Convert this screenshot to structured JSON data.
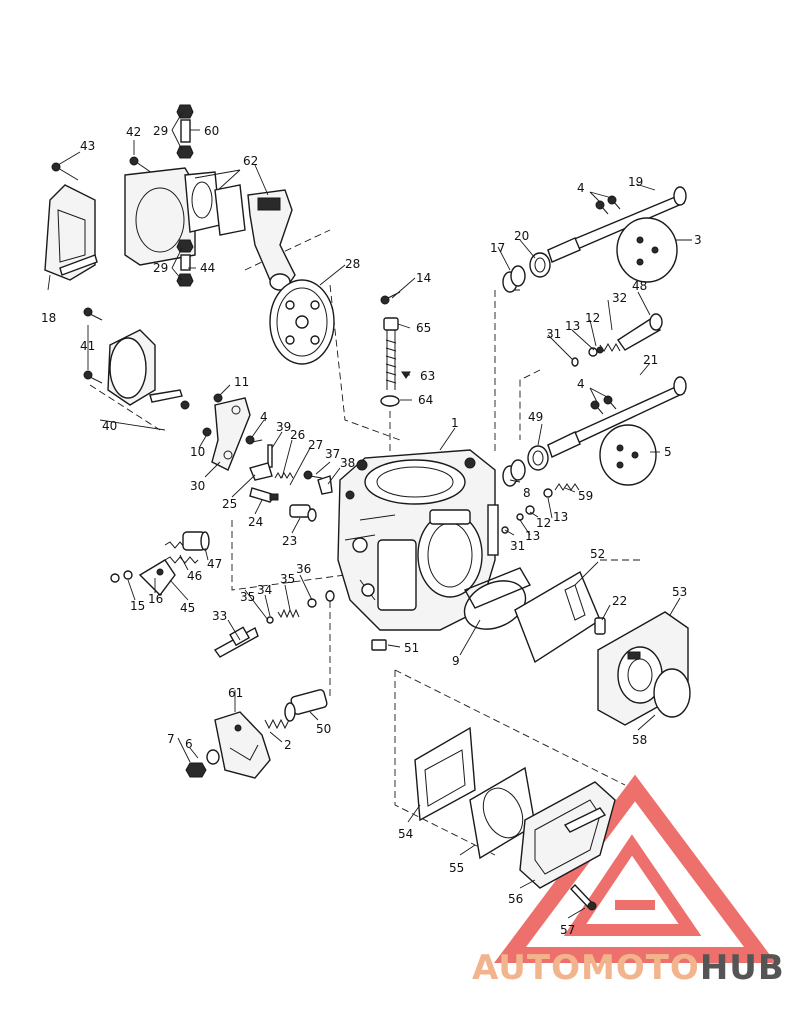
{
  "callouts": {
    "c1": "1",
    "c2": "2",
    "c3": "3",
    "c4a": "4",
    "c4b": "4",
    "c4c": "4",
    "c5": "5",
    "c6": "6",
    "c7": "7",
    "c8": "8",
    "c9": "9",
    "c10": "10",
    "c11": "11",
    "c12a": "12",
    "c12b": "12",
    "c13a": "13",
    "c13b": "13",
    "c13c": "13",
    "c14": "14",
    "c15": "15",
    "c16": "16",
    "c17": "17",
    "c18": "18",
    "c19": "19",
    "c20": "20",
    "c21": "21",
    "c22": "22",
    "c23": "23",
    "c24": "24",
    "c25": "25",
    "c26": "26",
    "c27": "27",
    "c28": "28",
    "c29a": "29",
    "c29b": "29",
    "c30": "30",
    "c31a": "31",
    "c31b": "31",
    "c32": "32",
    "c33": "33",
    "c34": "34",
    "c35a": "35",
    "c35b": "35",
    "c36": "36",
    "c37": "37",
    "c38": "38",
    "c39": "39",
    "c40": "40",
    "c41": "41",
    "c42": "42",
    "c43": "43",
    "c44": "44",
    "c45": "45",
    "c46": "46",
    "c47": "47",
    "c48": "48",
    "c49": "49",
    "c50": "50",
    "c51": "51",
    "c52": "52",
    "c53": "53",
    "c54": "54",
    "c55": "55",
    "c56": "56",
    "c57": "57",
    "c58": "58",
    "c59": "59",
    "c60": "60",
    "c61": "61",
    "c62": "62",
    "c63": "63",
    "c64": "64",
    "c65": "65"
  },
  "watermark": {
    "part1": "AUTO",
    "part2": "MOTO",
    "part3": "HUB",
    "color_auto": "#f2b48c",
    "color_moto": "#f2b48c",
    "color_hub": "#555555",
    "triangle_color": "#e8413c"
  }
}
